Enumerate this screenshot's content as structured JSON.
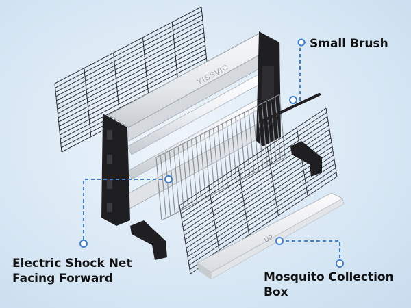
{
  "brand": "YISSVIC",
  "tray_text": "UP",
  "labels": {
    "small_brush": "Small Brush",
    "net_line1": "Electric Shock Net",
    "net_line2": "Facing Forward",
    "box_line1": "Mosquito Collection",
    "box_line2": "Box"
  },
  "colors": {
    "callout": "#3f7fcf",
    "background": "#d4e5f3",
    "frame": "#1f1f22",
    "housing": "#e9ecef"
  }
}
